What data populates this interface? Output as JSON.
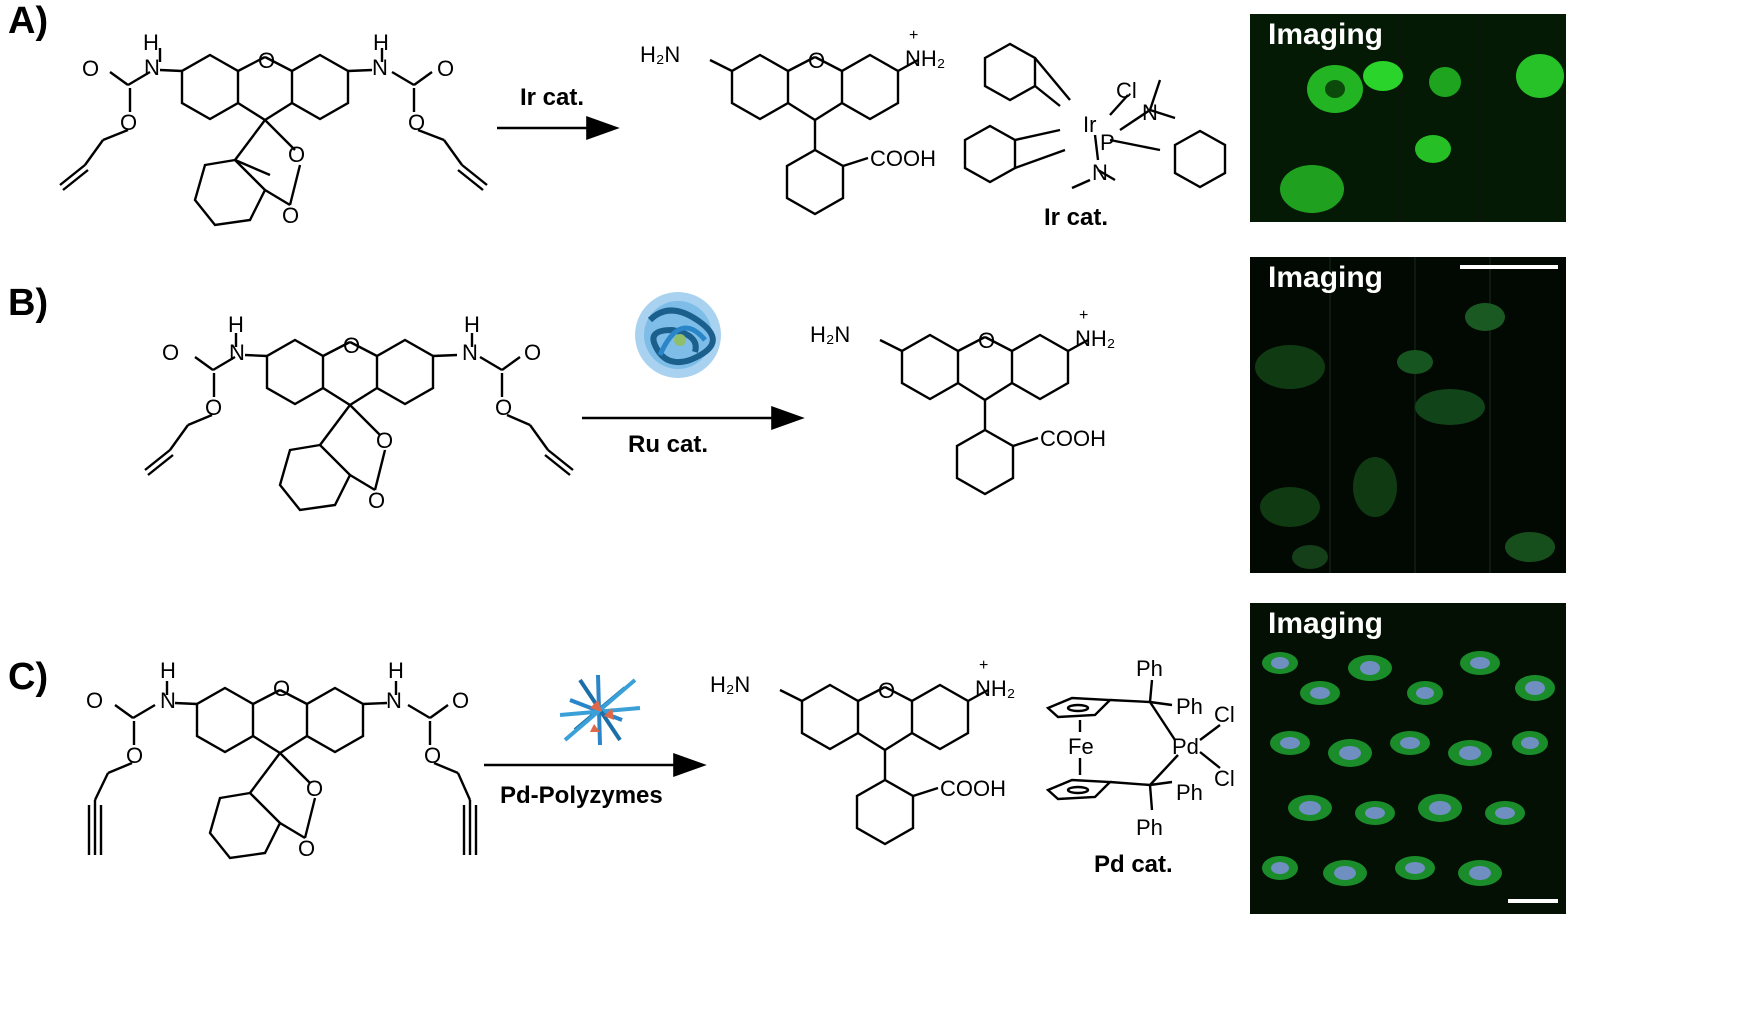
{
  "panels": [
    {
      "label": "A)",
      "catalyst_label": "Ir cat.",
      "catalyst_name": "Ir cat.",
      "imaging": "Imaging"
    },
    {
      "label": "B)",
      "catalyst_label": "Ru cat.",
      "imaging": "Imaging"
    },
    {
      "label": "C)",
      "catalyst_label": "Pd-Polyzymes",
      "catalyst_name": "Pd cat.",
      "imaging": "Imaging"
    }
  ],
  "atoms": {
    "h": "H",
    "n": "N",
    "o": "O",
    "nh2": "NH₂",
    "h2n": "H₂N",
    "plus": "+",
    "cooh": "COOH",
    "cl": "Cl",
    "ir": "Ir",
    "p": "P",
    "pd": "Pd",
    "fe": "Fe",
    "ph": "Ph"
  },
  "colors": {
    "imaging_bg": "#000000",
    "fluor_green": "#33dd33",
    "nucleus_blue": "#6f8fc0",
    "nano_blue": "#2a86c8",
    "nano_orange": "#e0684a"
  }
}
